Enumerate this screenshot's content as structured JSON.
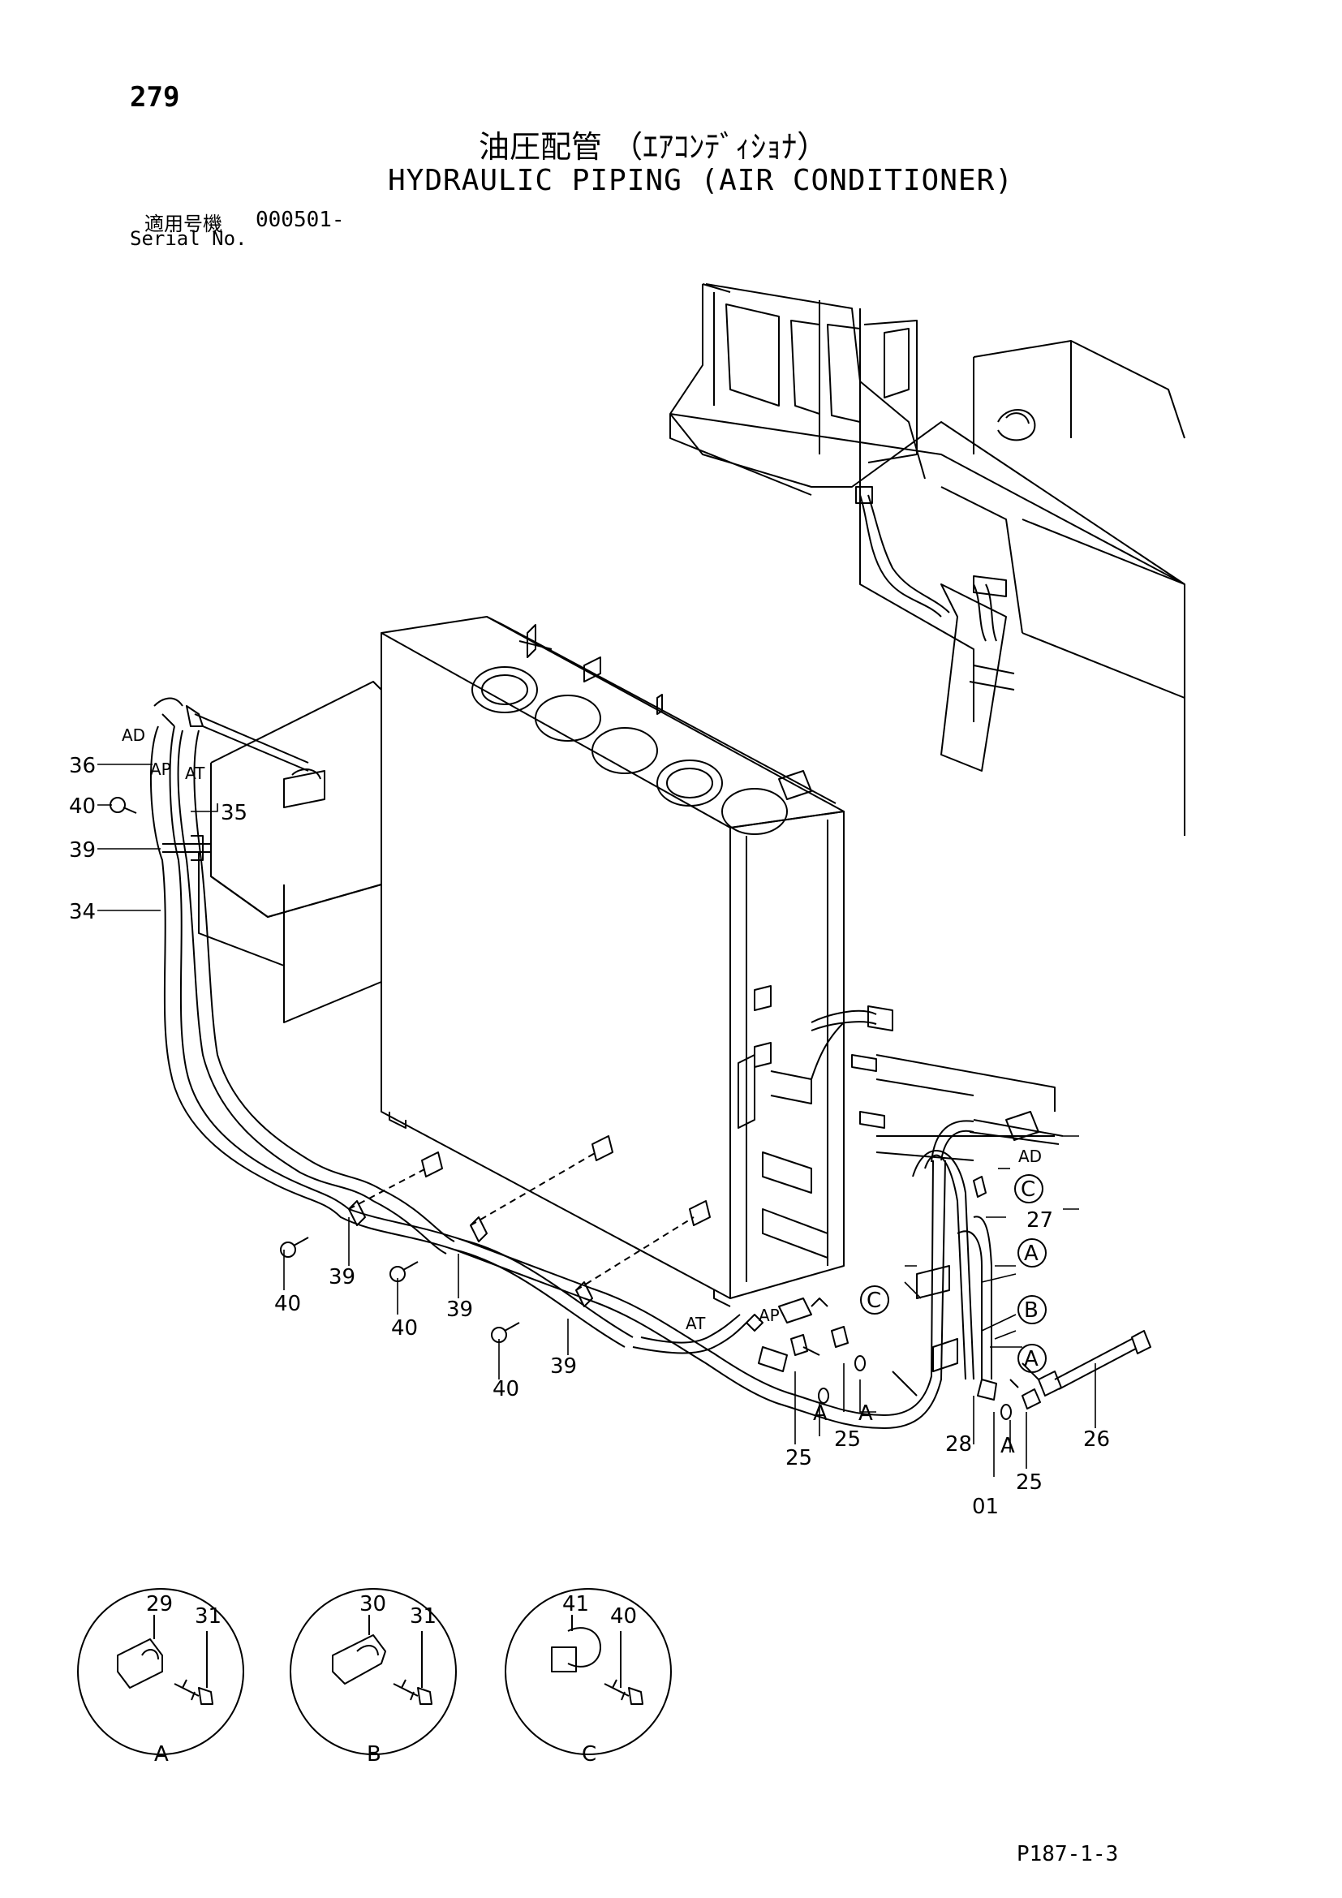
{
  "header": {
    "page_number": "279",
    "title_ja": "油圧配管 （ｴｱｺﾝﾃﾞｨｼｮﾅ）",
    "title_en": "HYDRAULIC PIPING (AIR CONDITIONER)",
    "serial_label_ja": "適用号機",
    "serial_value": "000501-",
    "serial_label_en": "Serial No."
  },
  "footer": {
    "sheet_code": "P187-1-3"
  },
  "callouts": {
    "c36": "36",
    "c40a": "40",
    "c39a": "39",
    "c34": "34",
    "c35": "35",
    "c40b": "40",
    "c39b": "39",
    "c40c": "40",
    "c39c": "39",
    "c40d": "40",
    "c39d": "39",
    "c25a": "25",
    "c25b": "25",
    "c25c": "25",
    "c28": "28",
    "c01": "01",
    "c26": "26",
    "c27": "27",
    "port_ad1": "AD",
    "port_ap1": "AP",
    "port_at1": "AT",
    "port_at2": "AT",
    "port_ap2": "AP",
    "port_ad2": "AD",
    "ref_a1": "A",
    "ref_a2": "A",
    "ref_a3": "A",
    "ref_a4": "A",
    "ref_a5": "A",
    "ref_b1": "B",
    "ref_c1": "C",
    "ref_c2": "C"
  },
  "details": [
    {
      "id": "A",
      "part1": "29",
      "part2": "31"
    },
    {
      "id": "B",
      "part1": "30",
      "part2": "31"
    },
    {
      "id": "C",
      "part1": "41",
      "part2": "40"
    }
  ]
}
